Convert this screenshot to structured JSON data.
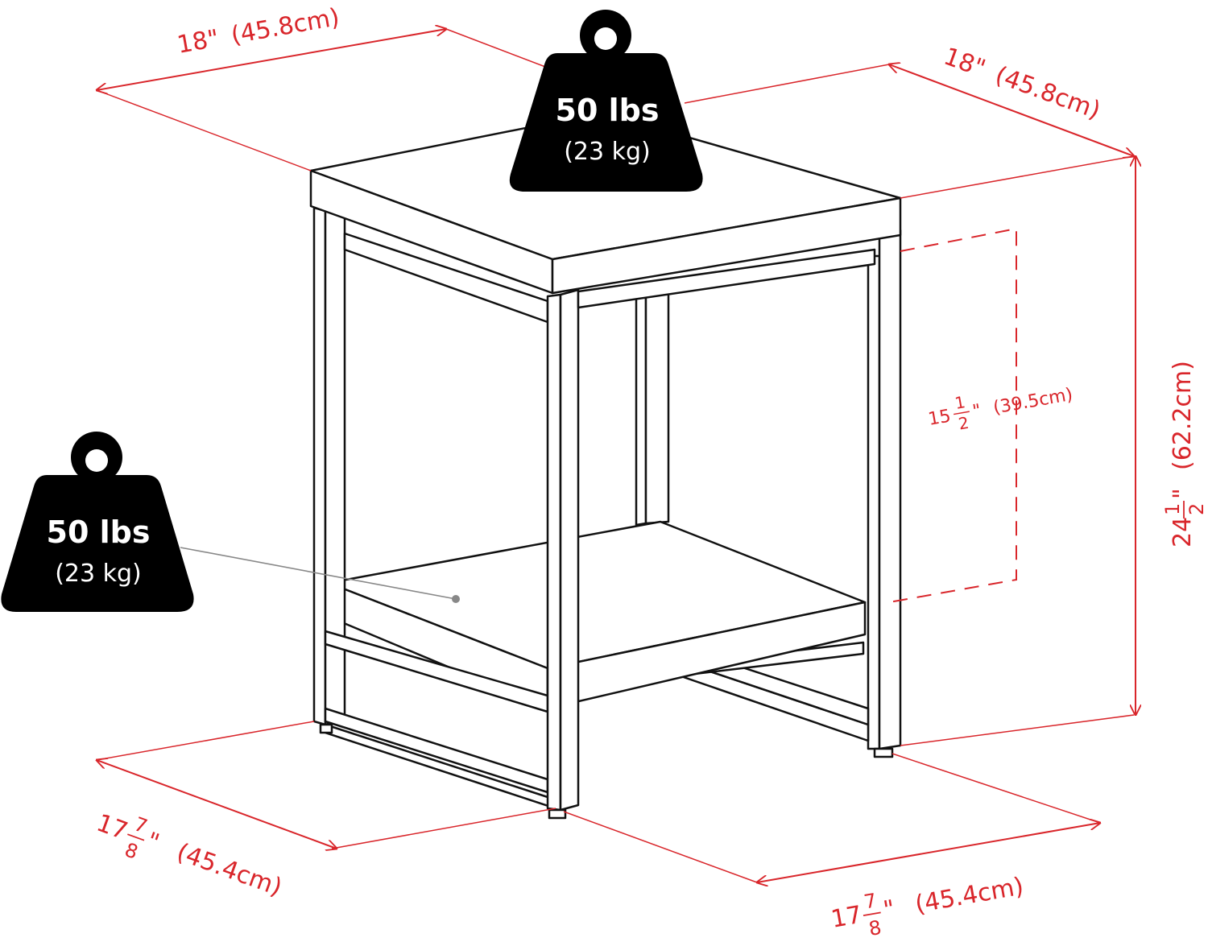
{
  "colors": {
    "dimension": "#d9262b",
    "ink": "#111111",
    "weight_badge": "#000000"
  },
  "icons": [
    "weight-icon-top",
    "weight-icon-shelf"
  ],
  "weights": {
    "top": {
      "lbs": "50 lbs",
      "kg": "(23 kg)"
    },
    "shelf": {
      "lbs": "50 lbs",
      "kg": "(23 kg)"
    }
  },
  "dimensions": {
    "top_left_width": {
      "inch": "18\"",
      "cm": "(45.8cm)"
    },
    "top_right_depth": {
      "inch": "18\"",
      "cm": "(45.8cm)"
    },
    "height": {
      "whole": "24",
      "num": "1",
      "den": "2",
      "unit": "\"",
      "cm": "(62.2cm)"
    },
    "clearance": {
      "whole": "15",
      "num": "1",
      "den": "2",
      "unit": "\"",
      "cm": "(39.5cm)"
    },
    "bottom_left": {
      "whole": "17",
      "num": "7",
      "den": "8",
      "unit": "\"",
      "cm": "(45.4cm)"
    },
    "bottom_right": {
      "whole": "17",
      "num": "7",
      "den": "8",
      "unit": "\"",
      "cm": "(45.4cm)"
    }
  }
}
